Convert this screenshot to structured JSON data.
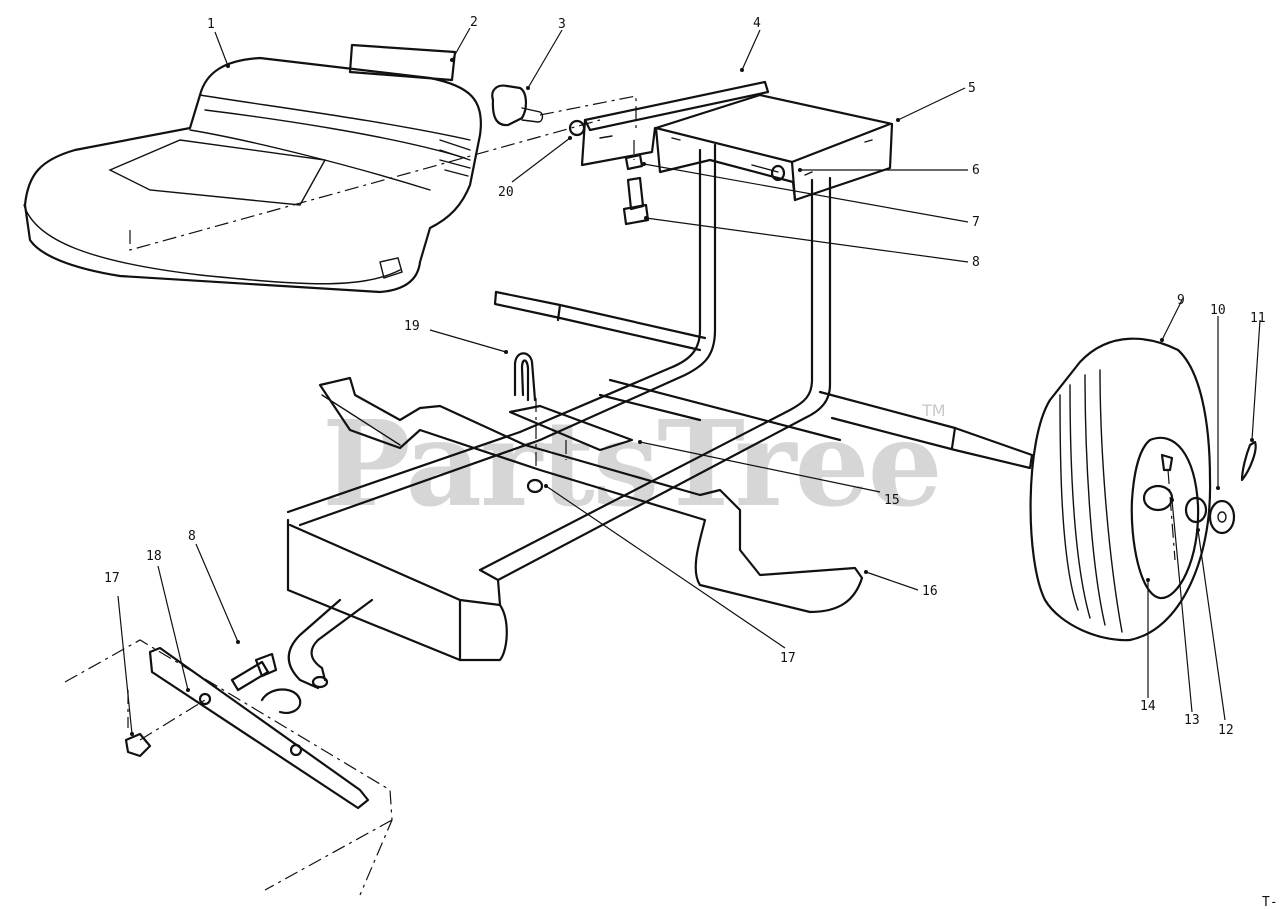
{
  "watermark": "PartsTree",
  "watermark_tm": "TM",
  "corner_code": "T-",
  "callouts": [
    {
      "id": "c1",
      "label": "1"
    },
    {
      "id": "c2",
      "label": "2"
    },
    {
      "id": "c3",
      "label": "3"
    },
    {
      "id": "c4",
      "label": "4"
    },
    {
      "id": "c5",
      "label": "5"
    },
    {
      "id": "c6",
      "label": "6"
    },
    {
      "id": "c7",
      "label": "7"
    },
    {
      "id": "c8a",
      "label": "8"
    },
    {
      "id": "c9",
      "label": "9"
    },
    {
      "id": "c10",
      "label": "10"
    },
    {
      "id": "c11",
      "label": "11"
    },
    {
      "id": "c12",
      "label": "12"
    },
    {
      "id": "c13",
      "label": "13"
    },
    {
      "id": "c14",
      "label": "14"
    },
    {
      "id": "c15",
      "label": "15"
    },
    {
      "id": "c16",
      "label": "16"
    },
    {
      "id": "c17a",
      "label": "17"
    },
    {
      "id": "c17b",
      "label": "17"
    },
    {
      "id": "c8b",
      "label": "8"
    },
    {
      "id": "c18",
      "label": "18"
    },
    {
      "id": "c19",
      "label": "19"
    },
    {
      "id": "c20",
      "label": "20"
    }
  ]
}
